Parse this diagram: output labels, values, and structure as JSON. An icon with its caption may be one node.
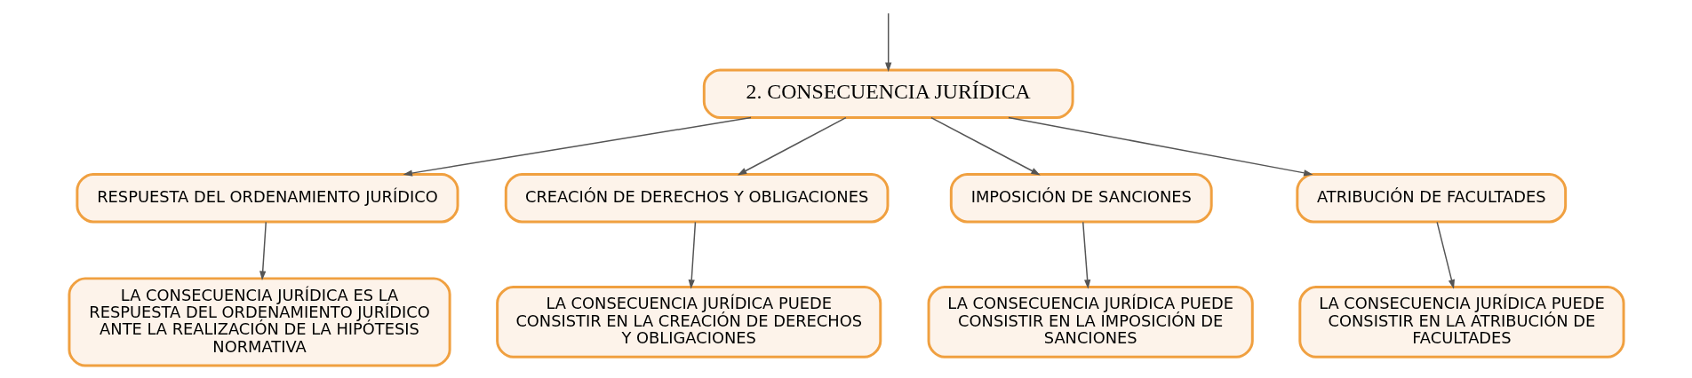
{
  "diagram": {
    "nodes": [
      {
        "text": [
          "2. CONSECUENCIA JURÍDICA"
        ]
      },
      {
        "text": [
          "RESPUESTA DEL ORDENAMIENTO JURÍDICO"
        ]
      },
      {
        "text": [
          "CREACIÓN DE DERECHOS Y OBLIGACIONES"
        ]
      },
      {
        "text": [
          "IMPOSICIÓN DE SANCIONES"
        ]
      },
      {
        "text": [
          "ATRIBUCIÓN DE FACULTADES"
        ]
      },
      {
        "text": [
          "LA CONSECUENCIA JURÍDICA ES LA RESPUESTA DEL ORDENAMIENTO JURÍDICO ANTE LA REALIZACIÓN DE LA HIPÓTESIS NORMATIVA"
        ]
      },
      {
        "text": [
          "LA CONSECUENCIA JURÍDICA PUEDE CONSISTIR EN LA CREACIÓN DE DERECHOS Y OBLIGACIONES"
        ]
      },
      {
        "text": [
          "LA CONSECUENCIA JURÍDICA PUEDE CONSISTIR EN LA IMPOSICIÓN DE SANCIONES"
        ]
      },
      {
        "text": [
          "LA CONSECUENCIA JURÍDICA PUEDE CONSISTIR EN LA ATRIBUCIÓN DE FACULTADES"
        ]
      }
    ],
    "edges": [
      {
        "from": null,
        "to": 0,
        "arrow": "to"
      },
      {
        "from": 0,
        "to": 1,
        "arrow": "to"
      },
      {
        "from": 0,
        "to": 2,
        "arrow": "to"
      },
      {
        "from": 0,
        "to": 3,
        "arrow": "to"
      },
      {
        "from": 0,
        "to": 4,
        "arrow": "to"
      },
      {
        "from": 1,
        "to": 5,
        "arrow": "to"
      },
      {
        "from": 2,
        "to": 6,
        "arrow": "to"
      },
      {
        "from": 3,
        "to": 7,
        "arrow": "to"
      },
      {
        "from": 4,
        "to": 8,
        "arrow": "to"
      }
    ]
  }
}
